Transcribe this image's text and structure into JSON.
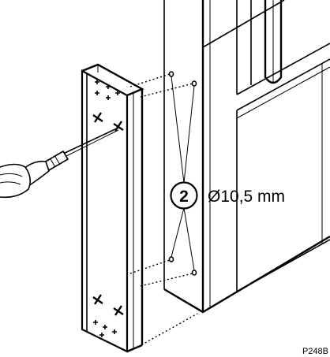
{
  "callout": {
    "step_number": "2",
    "drill_diameter": "Ø10,5 mm"
  },
  "figure_code": "P248B"
}
